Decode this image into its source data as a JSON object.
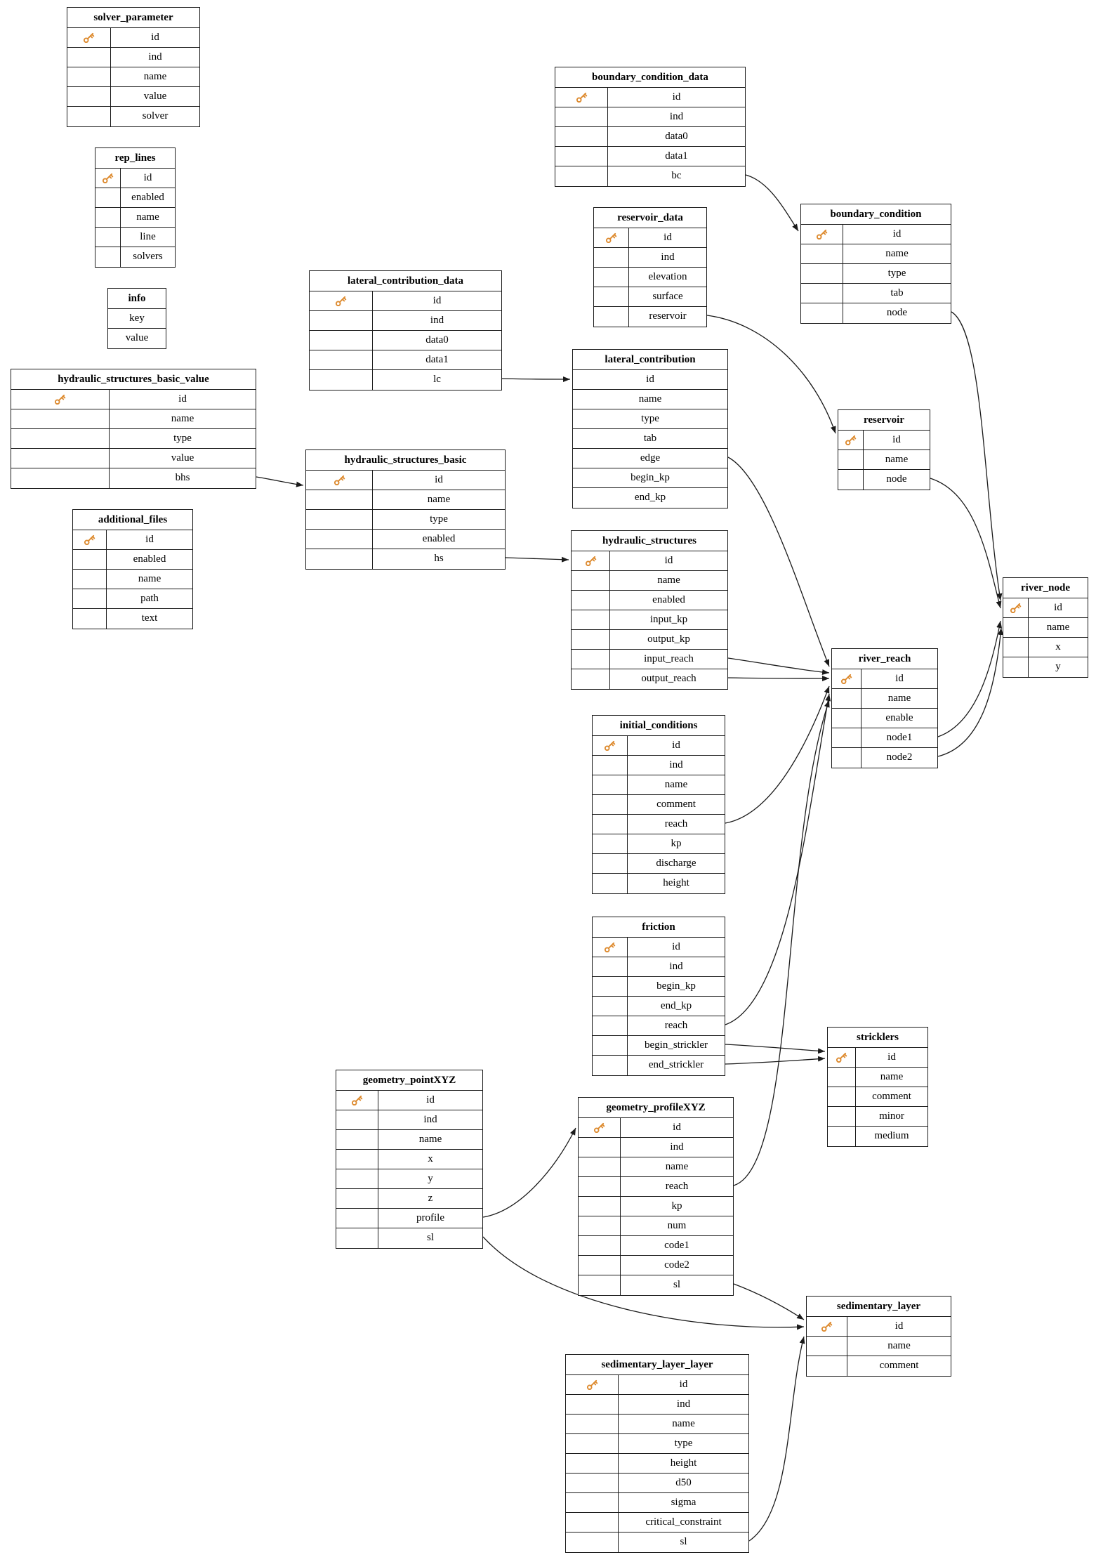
{
  "diagram": {
    "kind": "database-schema-er-diagram",
    "colors": {
      "key_icon": "#DD8A2E",
      "line": "#1a1a1a",
      "background": "#ffffff"
    },
    "icons": {
      "primary_key": "key-icon"
    },
    "tables": [
      {
        "id": "solver_parameter",
        "title": "solver_parameter",
        "fields": [
          {
            "name": "id",
            "key": true
          },
          {
            "name": "ind"
          },
          {
            "name": "name"
          },
          {
            "name": "value"
          },
          {
            "name": "solver"
          }
        ]
      },
      {
        "id": "rep_lines",
        "title": "rep_lines",
        "fields": [
          {
            "name": "id",
            "key": true
          },
          {
            "name": "enabled"
          },
          {
            "name": "name"
          },
          {
            "name": "line"
          },
          {
            "name": "solvers"
          }
        ]
      },
      {
        "id": "info",
        "title": "info",
        "fields": [
          {
            "name": "key"
          },
          {
            "name": "value"
          }
        ]
      },
      {
        "id": "hydraulic_structures_basic_value",
        "title": "hydraulic_structures_basic_value",
        "fields": [
          {
            "name": "id",
            "key": true
          },
          {
            "name": "name"
          },
          {
            "name": "type"
          },
          {
            "name": "value"
          },
          {
            "name": "bhs"
          }
        ]
      },
      {
        "id": "additional_files",
        "title": "additional_files",
        "fields": [
          {
            "name": "id",
            "key": true
          },
          {
            "name": "enabled"
          },
          {
            "name": "name"
          },
          {
            "name": "path"
          },
          {
            "name": "text"
          }
        ]
      },
      {
        "id": "lateral_contribution_data",
        "title": "lateral_contribution_data",
        "fields": [
          {
            "name": "id",
            "key": true
          },
          {
            "name": "ind"
          },
          {
            "name": "data0"
          },
          {
            "name": "data1"
          },
          {
            "name": "lc"
          }
        ]
      },
      {
        "id": "hydraulic_structures_basic",
        "title": "hydraulic_structures_basic",
        "fields": [
          {
            "name": "id",
            "key": true
          },
          {
            "name": "name"
          },
          {
            "name": "type"
          },
          {
            "name": "enabled"
          },
          {
            "name": "hs"
          }
        ]
      },
      {
        "id": "boundary_condition_data",
        "title": "boundary_condition_data",
        "fields": [
          {
            "name": "id",
            "key": true
          },
          {
            "name": "ind"
          },
          {
            "name": "data0"
          },
          {
            "name": "data1"
          },
          {
            "name": "bc"
          }
        ]
      },
      {
        "id": "reservoir_data",
        "title": "reservoir_data",
        "fields": [
          {
            "name": "id",
            "key": true
          },
          {
            "name": "ind"
          },
          {
            "name": "elevation"
          },
          {
            "name": "surface"
          },
          {
            "name": "reservoir"
          }
        ]
      },
      {
        "id": "lateral_contribution",
        "title": "lateral_contribution",
        "fields": [
          {
            "name": "id"
          },
          {
            "name": "name"
          },
          {
            "name": "type"
          },
          {
            "name": "tab"
          },
          {
            "name": "edge"
          },
          {
            "name": "begin_kp"
          },
          {
            "name": "end_kp"
          }
        ]
      },
      {
        "id": "hydraulic_structures",
        "title": "hydraulic_structures",
        "fields": [
          {
            "name": "id",
            "key": true
          },
          {
            "name": "name"
          },
          {
            "name": "enabled"
          },
          {
            "name": "input_kp"
          },
          {
            "name": "output_kp"
          },
          {
            "name": "input_reach"
          },
          {
            "name": "output_reach"
          }
        ]
      },
      {
        "id": "initial_conditions",
        "title": "initial_conditions",
        "fields": [
          {
            "name": "id",
            "key": true
          },
          {
            "name": "ind"
          },
          {
            "name": "name"
          },
          {
            "name": "comment"
          },
          {
            "name": "reach"
          },
          {
            "name": "kp"
          },
          {
            "name": "discharge"
          },
          {
            "name": "height"
          }
        ]
      },
      {
        "id": "friction",
        "title": "friction",
        "fields": [
          {
            "name": "id",
            "key": true
          },
          {
            "name": "ind"
          },
          {
            "name": "begin_kp"
          },
          {
            "name": "end_kp"
          },
          {
            "name": "reach"
          },
          {
            "name": "begin_strickler"
          },
          {
            "name": "end_strickler"
          }
        ]
      },
      {
        "id": "geometry_pointXYZ",
        "title": "geometry_pointXYZ",
        "fields": [
          {
            "name": "id",
            "key": true
          },
          {
            "name": "ind"
          },
          {
            "name": "name"
          },
          {
            "name": "x"
          },
          {
            "name": "y"
          },
          {
            "name": "z"
          },
          {
            "name": "profile"
          },
          {
            "name": "sl"
          }
        ]
      },
      {
        "id": "geometry_profileXYZ",
        "title": "geometry_profileXYZ",
        "fields": [
          {
            "name": "id",
            "key": true
          },
          {
            "name": "ind"
          },
          {
            "name": "name"
          },
          {
            "name": "reach"
          },
          {
            "name": "kp"
          },
          {
            "name": "num"
          },
          {
            "name": "code1"
          },
          {
            "name": "code2"
          },
          {
            "name": "sl"
          }
        ]
      },
      {
        "id": "sedimentary_layer_layer",
        "title": "sedimentary_layer_layer",
        "fields": [
          {
            "name": "id",
            "key": true
          },
          {
            "name": "ind"
          },
          {
            "name": "name"
          },
          {
            "name": "type"
          },
          {
            "name": "height"
          },
          {
            "name": "d50"
          },
          {
            "name": "sigma"
          },
          {
            "name": "critical_constraint"
          },
          {
            "name": "sl"
          }
        ]
      },
      {
        "id": "boundary_condition",
        "title": "boundary_condition",
        "fields": [
          {
            "name": "id",
            "key": true
          },
          {
            "name": "name"
          },
          {
            "name": "type"
          },
          {
            "name": "tab"
          },
          {
            "name": "node"
          }
        ]
      },
      {
        "id": "reservoir",
        "title": "reservoir",
        "fields": [
          {
            "name": "id",
            "key": true
          },
          {
            "name": "name"
          },
          {
            "name": "node"
          }
        ]
      },
      {
        "id": "river_reach",
        "title": "river_reach",
        "fields": [
          {
            "name": "id",
            "key": true
          },
          {
            "name": "name"
          },
          {
            "name": "enable"
          },
          {
            "name": "node1"
          },
          {
            "name": "node2"
          }
        ]
      },
      {
        "id": "stricklers",
        "title": "stricklers",
        "fields": [
          {
            "name": "id",
            "key": true
          },
          {
            "name": "name"
          },
          {
            "name": "comment"
          },
          {
            "name": "minor"
          },
          {
            "name": "medium"
          }
        ]
      },
      {
        "id": "river_node",
        "title": "river_node",
        "fields": [
          {
            "name": "id",
            "key": true
          },
          {
            "name": "name"
          },
          {
            "name": "x"
          },
          {
            "name": "y"
          }
        ]
      },
      {
        "id": "sedimentary_layer",
        "title": "sedimentary_layer",
        "fields": [
          {
            "name": "id",
            "key": true
          },
          {
            "name": "name"
          },
          {
            "name": "comment"
          }
        ]
      }
    ],
    "relations": [
      {
        "from": "boundary_condition_data.bc",
        "to": "boundary_condition"
      },
      {
        "from": "reservoir_data.reservoir",
        "to": "reservoir"
      },
      {
        "from": "lateral_contribution_data.lc",
        "to": "lateral_contribution"
      },
      {
        "from": "hydraulic_structures_basic_value.bhs",
        "to": "hydraulic_structures_basic"
      },
      {
        "from": "hydraulic_structures_basic.hs",
        "to": "hydraulic_structures"
      },
      {
        "from": "lateral_contribution.edge",
        "to": "river_reach"
      },
      {
        "from": "hydraulic_structures.input_reach",
        "to": "river_reach"
      },
      {
        "from": "hydraulic_structures.output_reach",
        "to": "river_reach"
      },
      {
        "from": "initial_conditions.reach",
        "to": "river_reach"
      },
      {
        "from": "friction.reach",
        "to": "river_reach"
      },
      {
        "from": "friction.begin_strickler",
        "to": "stricklers"
      },
      {
        "from": "friction.end_strickler",
        "to": "stricklers"
      },
      {
        "from": "geometry_profileXYZ.reach",
        "to": "river_reach"
      },
      {
        "from": "geometry_pointXYZ.profile",
        "to": "geometry_profileXYZ"
      },
      {
        "from": "geometry_pointXYZ.sl",
        "to": "sedimentary_layer"
      },
      {
        "from": "geometry_profileXYZ.sl",
        "to": "sedimentary_layer"
      },
      {
        "from": "sedimentary_layer_layer.sl",
        "to": "sedimentary_layer"
      },
      {
        "from": "boundary_condition.node",
        "to": "river_node"
      },
      {
        "from": "reservoir.node",
        "to": "river_node"
      },
      {
        "from": "river_reach.node1",
        "to": "river_node"
      },
      {
        "from": "river_reach.node2",
        "to": "river_node"
      }
    ]
  }
}
